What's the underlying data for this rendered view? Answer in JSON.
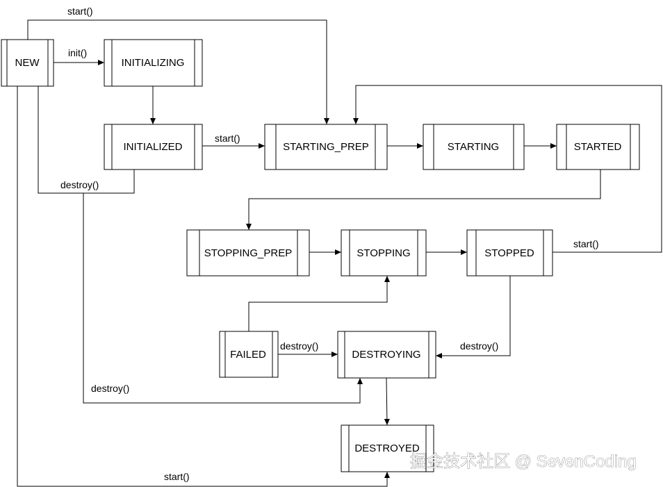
{
  "nodes": {
    "new": "NEW",
    "initializing": "INITIALIZING",
    "initialized": "INITIALIZED",
    "starting_prep": "STARTING_PREP",
    "starting": "STARTING",
    "started": "STARTED",
    "stopping_prep": "STOPPING_PREP",
    "stopping": "STOPPING",
    "stopped": "STOPPED",
    "failed": "FAILED",
    "destroying": "DESTROYING",
    "destroyed": "DESTROYED"
  },
  "edges": {
    "new_to_initializing": "init()",
    "new_to_starting_prep": "start()",
    "initialized_to_starting_prep": "start()",
    "new_initialized_destroy": "destroy()",
    "to_destroying_destroy": "destroy()",
    "failed_to_destroying": "destroy()",
    "stopped_to_destroying": "destroy()",
    "stopped_to_starting_prep": "start()",
    "new_to_destroyed": "start()"
  },
  "watermark": "掘金技术社区 @ SevenCoding"
}
